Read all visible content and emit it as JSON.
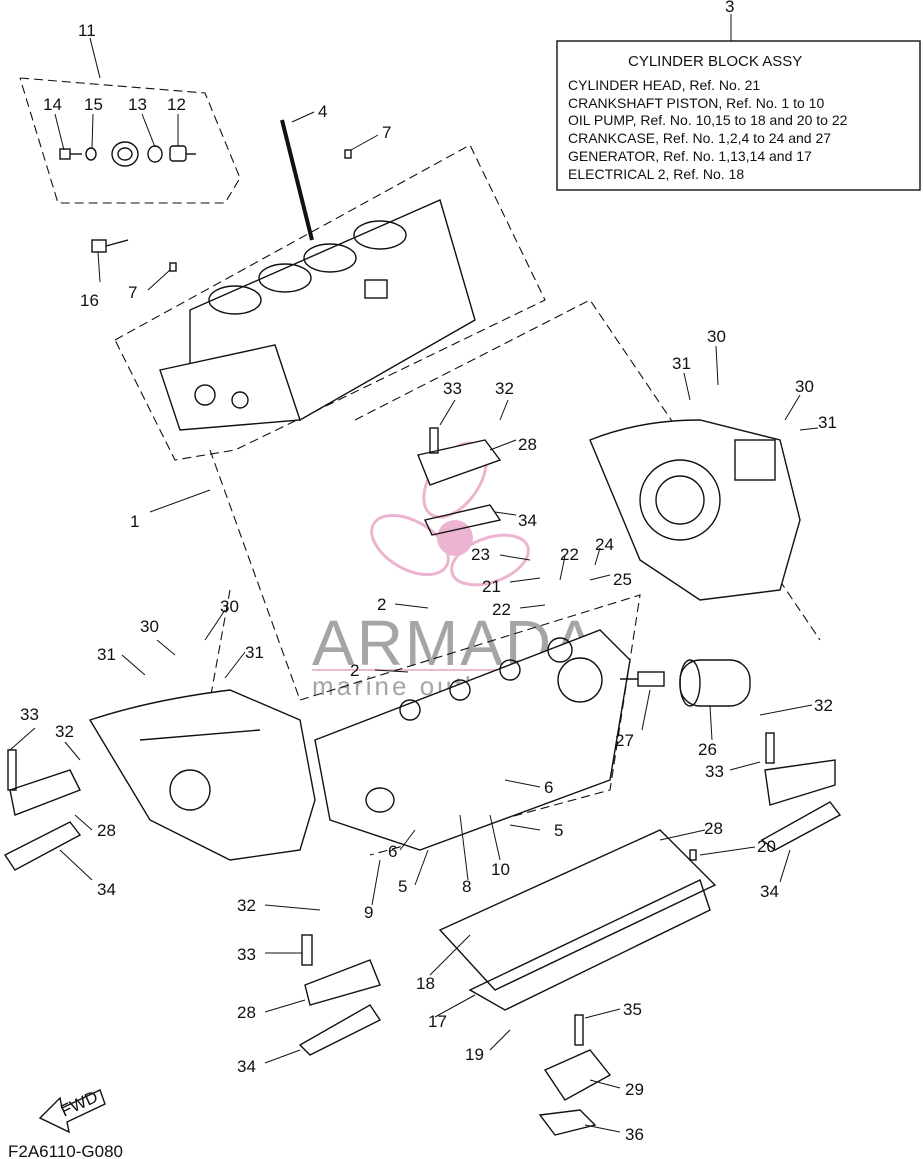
{
  "reference_box": {
    "number": "3",
    "title": "CYLINDER BLOCK ASSY",
    "lines": [
      "CYLINDER HEAD, Ref. No. 21",
      "CRANKSHAFT PISTON, Ref. No. 1 to 10",
      "OIL PUMP, Ref. No. 10,15 to 18 and 20 to 22",
      "CRANKCASE, Ref. No. 1,2,4 to 24 and 27",
      "GENERATOR, Ref. No. 1,13,14 and 17",
      "ELECTRICAL 2, Ref. No. 18"
    ]
  },
  "watermark": {
    "brand": "ARMADA",
    "tagline": "marine outboards",
    "brand_color": "#8f8f8f",
    "logo_color": "#e9a8c8"
  },
  "fwd_label": "FWD",
  "diagram_code": "F2A6110-G080",
  "callouts": [
    {
      "id": "c11",
      "text": "11"
    },
    {
      "id": "c14",
      "text": "14"
    },
    {
      "id": "c15",
      "text": "15"
    },
    {
      "id": "c13",
      "text": "13"
    },
    {
      "id": "c12",
      "text": "12"
    },
    {
      "id": "c4",
      "text": "4"
    },
    {
      "id": "c7a",
      "text": "7"
    },
    {
      "id": "c7b",
      "text": "7"
    },
    {
      "id": "c16",
      "text": "16"
    },
    {
      "id": "c1",
      "text": "1"
    },
    {
      "id": "c33a",
      "text": "33"
    },
    {
      "id": "c32a",
      "text": "32"
    },
    {
      "id": "c28a",
      "text": "28"
    },
    {
      "id": "c34a",
      "text": "34"
    },
    {
      "id": "c30a",
      "text": "30"
    },
    {
      "id": "c31a",
      "text": "31"
    },
    {
      "id": "c30b",
      "text": "30"
    },
    {
      "id": "c31b",
      "text": "31"
    },
    {
      "id": "c23",
      "text": "23"
    },
    {
      "id": "c22a",
      "text": "22"
    },
    {
      "id": "c24",
      "text": "24"
    },
    {
      "id": "c21",
      "text": "21"
    },
    {
      "id": "c25",
      "text": "25"
    },
    {
      "id": "c2a",
      "text": "2"
    },
    {
      "id": "c22b",
      "text": "22"
    },
    {
      "id": "c2b",
      "text": "2"
    },
    {
      "id": "c30c",
      "text": "30"
    },
    {
      "id": "c31c",
      "text": "31"
    },
    {
      "id": "c30d",
      "text": "30"
    },
    {
      "id": "c31d",
      "text": "31"
    },
    {
      "id": "c33b",
      "text": "33"
    },
    {
      "id": "c32b",
      "text": "32"
    },
    {
      "id": "c28b",
      "text": "28"
    },
    {
      "id": "c34b",
      "text": "34"
    },
    {
      "id": "c27",
      "text": "27"
    },
    {
      "id": "c26",
      "text": "26"
    },
    {
      "id": "c32c",
      "text": "32"
    },
    {
      "id": "c33c",
      "text": "33"
    },
    {
      "id": "c6a",
      "text": "6"
    },
    {
      "id": "c5a",
      "text": "5"
    },
    {
      "id": "c6b",
      "text": "6"
    },
    {
      "id": "c5b",
      "text": "5"
    },
    {
      "id": "c8",
      "text": "8"
    },
    {
      "id": "c10",
      "text": "10"
    },
    {
      "id": "c9",
      "text": "9"
    },
    {
      "id": "c28c",
      "text": "28"
    },
    {
      "id": "c20",
      "text": "20"
    },
    {
      "id": "c34c",
      "text": "34"
    },
    {
      "id": "c32d",
      "text": "32"
    },
    {
      "id": "c33d",
      "text": "33"
    },
    {
      "id": "c28d",
      "text": "28"
    },
    {
      "id": "c34d",
      "text": "34"
    },
    {
      "id": "c18",
      "text": "18"
    },
    {
      "id": "c17",
      "text": "17"
    },
    {
      "id": "c19",
      "text": "19"
    },
    {
      "id": "c35",
      "text": "35"
    },
    {
      "id": "c29",
      "text": "29"
    },
    {
      "id": "c36",
      "text": "36"
    }
  ]
}
